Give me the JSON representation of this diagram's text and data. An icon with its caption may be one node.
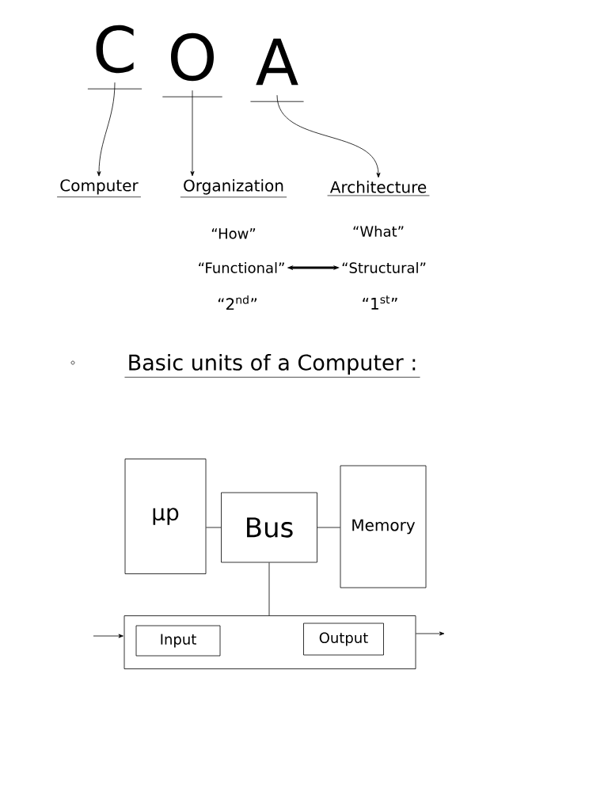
{
  "diagram": {
    "nodes": [
      {
        "text": [
          "C"
        ]
      },
      {
        "text": [
          "O"
        ]
      },
      {
        "text": [
          "A"
        ]
      },
      {
        "text": [
          "Computer"
        ]
      },
      {
        "text": [
          "Organization"
        ]
      },
      {
        "text": [
          "Architecture"
        ]
      },
      {
        "text": [
          "“Functional”"
        ]
      },
      {
        "text": [
          "“Structural”"
        ]
      },
      {
        "text": [
          "μp"
        ]
      },
      {
        "text": [
          "Bus"
        ]
      },
      {
        "text": [
          "Memory"
        ]
      },
      {
        "text": [],
        "shape": "box"
      },
      {
        "text": [
          "Input"
        ],
        "in": 11
      },
      {
        "text": [
          "Output"
        ],
        "in": 11
      }
    ],
    "edges": [
      {
        "from": 0,
        "to": 3,
        "arrow": "to"
      },
      {
        "from": 1,
        "to": 4,
        "arrow": "to"
      },
      {
        "from": 2,
        "to": 5,
        "arrow": "to"
      },
      {
        "from": 6,
        "to": 7,
        "arrow": "both",
        "style": "thick"
      },
      {
        "from": 8,
        "to": 9,
        "arrow": "none"
      },
      {
        "from": 9,
        "to": 10,
        "arrow": "none"
      },
      {
        "from": 9,
        "to": 11,
        "arrow": "none"
      },
      {
        "from": null,
        "to": 11,
        "arrow": "to"
      },
      {
        "from": 11,
        "to": null,
        "arrow": "to"
      }
    ],
    "labels": [
      "“How”",
      "“What”",
      "“2$^{nd}$”",
      "“1$^{st}$”",
      "Basic units of a Computer :"
    ]
  }
}
